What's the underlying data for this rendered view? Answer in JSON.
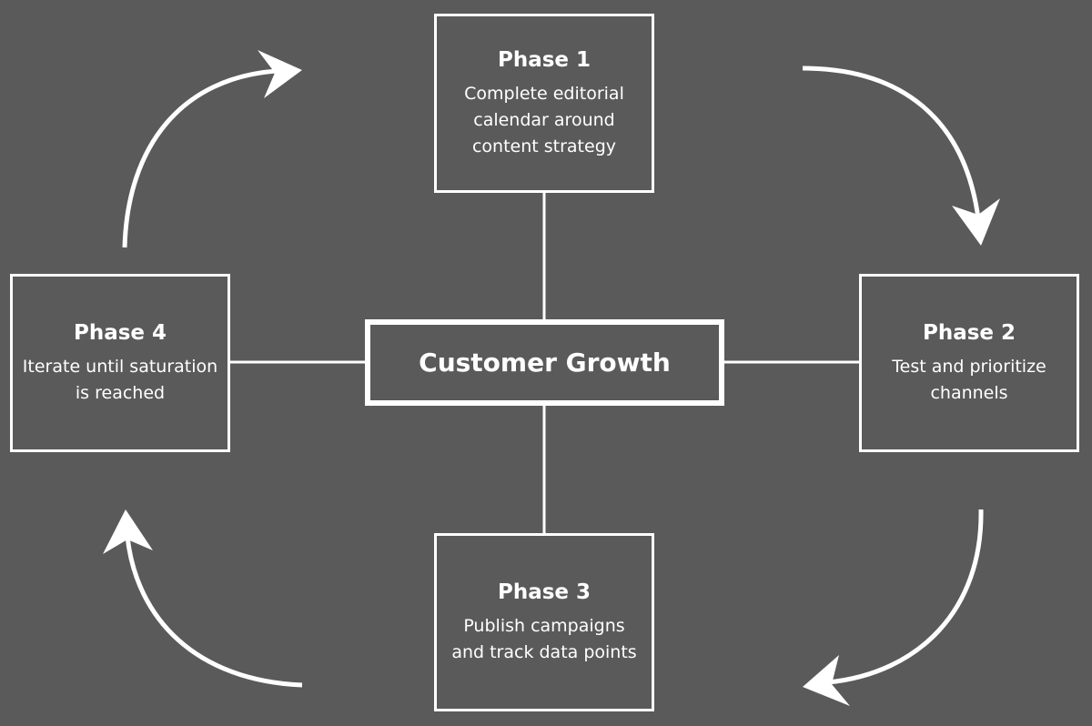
{
  "center": {
    "label": "Customer Growth"
  },
  "phases": [
    {
      "title": "Phase 1",
      "description": "Complete editorial\ncalendar around\ncontent strategy"
    },
    {
      "title": "Phase 2",
      "description": "Test and prioritize\nchannels"
    },
    {
      "title": "Phase 3",
      "description": "Publish campaigns\nand track data points"
    },
    {
      "title": "Phase 4",
      "description": "Iterate until saturation\nis reached"
    }
  ],
  "colors": {
    "background": "#5a5a5a",
    "foreground": "#ffffff"
  }
}
